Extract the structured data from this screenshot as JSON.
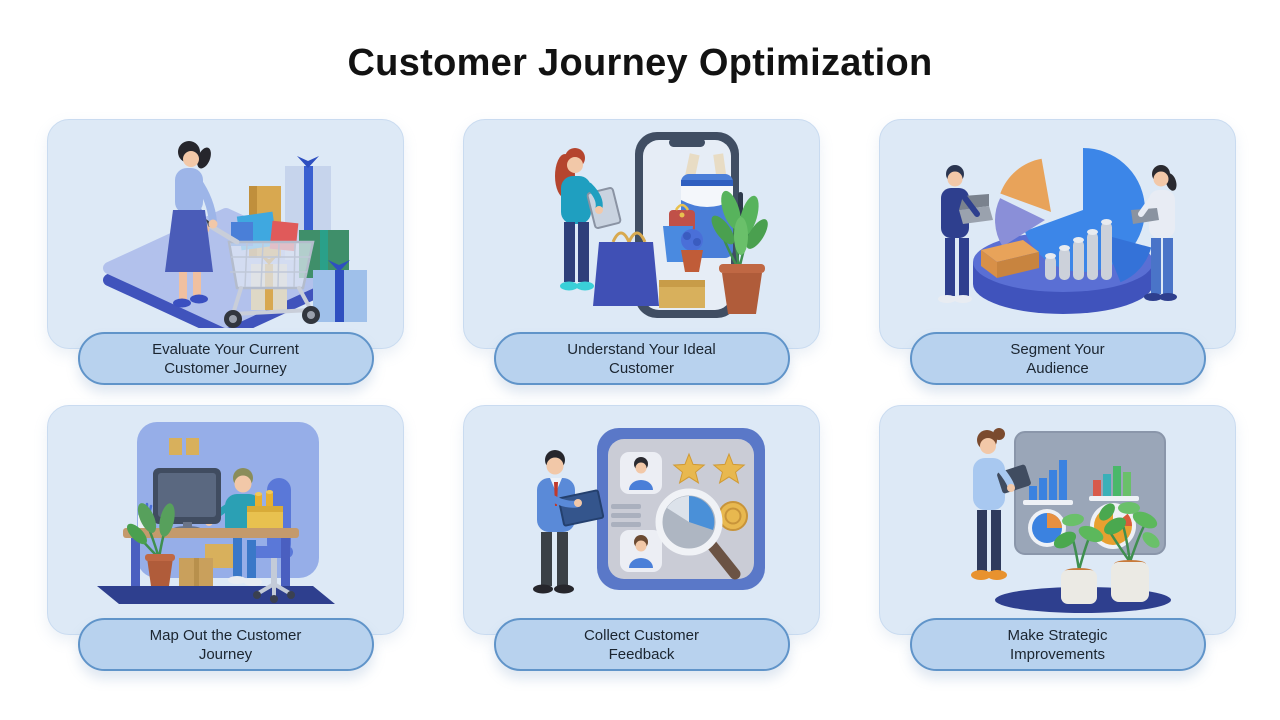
{
  "page": {
    "title": "Customer Journey Optimization",
    "background_color": "#ffffff"
  },
  "theme": {
    "card_background": "#dde9f6",
    "card_border": "#c9dbf0",
    "pill_background": "#b8d2ee",
    "pill_border": "#6094c9",
    "pill_text_color": "#1b2530",
    "title_color": "#121212"
  },
  "cards": [
    {
      "label_line1": "Evaluate Your Current",
      "label_line2": "Customer Journey",
      "illustration": "woman-pushing-shopping-cart-with-gift-boxes"
    },
    {
      "label_line1": "Understand Your Ideal",
      "label_line2": "Customer",
      "illustration": "woman-with-tablet-beside-smartphone-shopping-bags-and-plant"
    },
    {
      "label_line1": "Segment Your",
      "label_line2": "Audience",
      "illustration": "two-analysts-with-laptops-around-3d-pie-chart-and-bars"
    },
    {
      "label_line1": "Map Out the Customer",
      "label_line2": "Journey",
      "illustration": "woman-working-at-desk-with-computer-boxes-and-plant"
    },
    {
      "label_line1": "Collect Customer",
      "label_line2": "Feedback",
      "illustration": "man-with-clipboard-beside-feedback-panel-stars-magnifier"
    },
    {
      "label_line1": "Make Strategic",
      "label_line2": "Improvements",
      "illustration": "woman-presenting-growth-charts-with-potted-plants"
    }
  ]
}
